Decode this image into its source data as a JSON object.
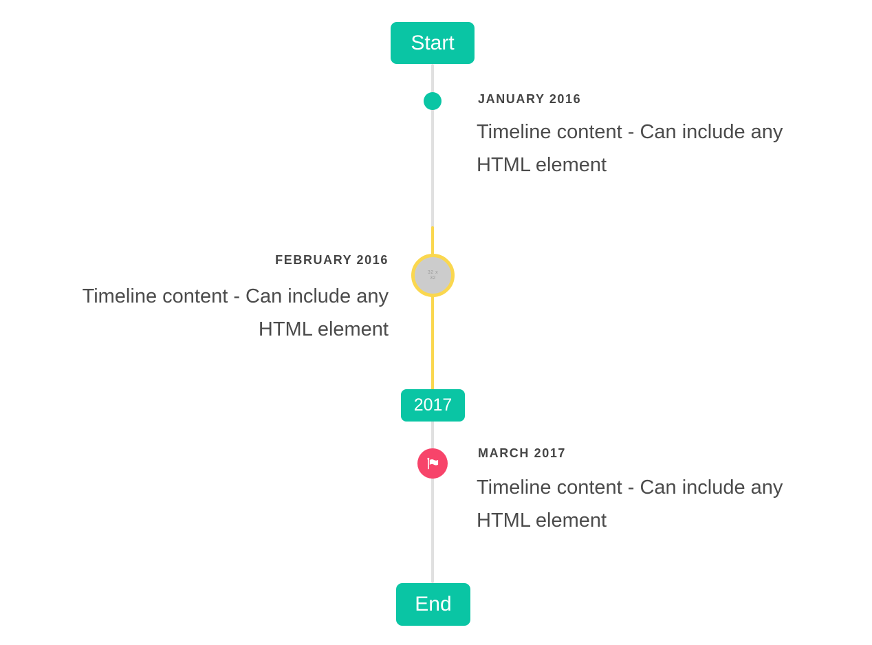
{
  "colors": {
    "accent_teal": "#0ac5a4",
    "highlight_yellow": "#fad74f",
    "flag_red": "#f7446a",
    "line_gray": "#e0e0e0",
    "circle_gray": "#cccccc",
    "title_text": "#454545",
    "body_text": "#4b4b4b"
  },
  "timeline": {
    "start_label": "Start",
    "year_label": "2017",
    "end_label": "End",
    "entries": [
      {
        "title": "JANUARY 2016",
        "side": "right",
        "marker": "teal-dot",
        "lines": [
          "Timeline content - Can include any",
          "HTML element"
        ]
      },
      {
        "title": "FEBRUARY 2016",
        "side": "left",
        "marker": "image-circle-yellow-ring",
        "image_placeholder_text": "32 x 32",
        "lines": [
          "Timeline content - Can include any",
          "HTML element"
        ]
      },
      {
        "title": "MARCH 2017",
        "side": "right",
        "marker": "flag-circle",
        "lines": [
          "Timeline content - Can include any",
          "HTML element"
        ]
      }
    ]
  }
}
